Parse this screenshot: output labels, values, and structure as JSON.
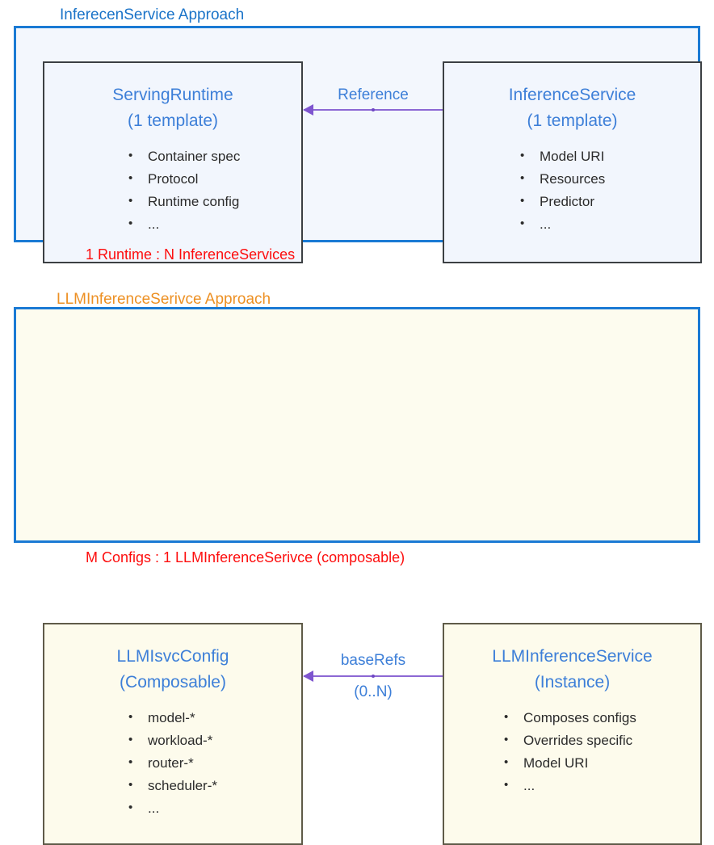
{
  "diagram": {
    "colors": {
      "group_border": "#1a7ad4",
      "top_title": "#1a73c8",
      "bottom_title": "#ed9023",
      "card_heading": "#3d7fd8",
      "arrow": "#8c68d4",
      "caption": "#fd0d0d",
      "top_fill": "#f3f7fd",
      "bottom_fill": "#fdfcef"
    },
    "sections": [
      {
        "id": "inferenceservice-approach",
        "title": "InferecenService Approach",
        "caption": "1 Runtime : N InferenceServices",
        "relation": {
          "label": "Reference",
          "cardinality": "",
          "direction": "left"
        },
        "left_card": {
          "name": "ServingRuntime",
          "subtitle": "(1 template)",
          "bullets": [
            "Container spec",
            "Protocol",
            "Runtime config",
            "..."
          ]
        },
        "right_card": {
          "name": "InferenceService",
          "subtitle": "(1 template)",
          "bullets": [
            "Model URI",
            "Resources",
            "Predictor",
            "..."
          ]
        }
      },
      {
        "id": "llminferenceservice-approach",
        "title": "LLMInferenceSerivce Approach",
        "caption": "M Configs : 1 LLMInferenceSerivce (composable)",
        "relation": {
          "label": "baseRefs",
          "cardinality": "(0..N)",
          "direction": "left"
        },
        "left_card": {
          "name": "LLMIsvcConfig",
          "subtitle": "(Composable)",
          "bullets": [
            "model-*",
            "workload-*",
            "router-*",
            "scheduler-*",
            "..."
          ]
        },
        "right_card": {
          "name": "LLMInferenceService",
          "subtitle": "(Instance)",
          "bullets": [
            "Composes configs",
            "Overrides specific",
            "Model URI",
            "..."
          ]
        }
      }
    ]
  }
}
